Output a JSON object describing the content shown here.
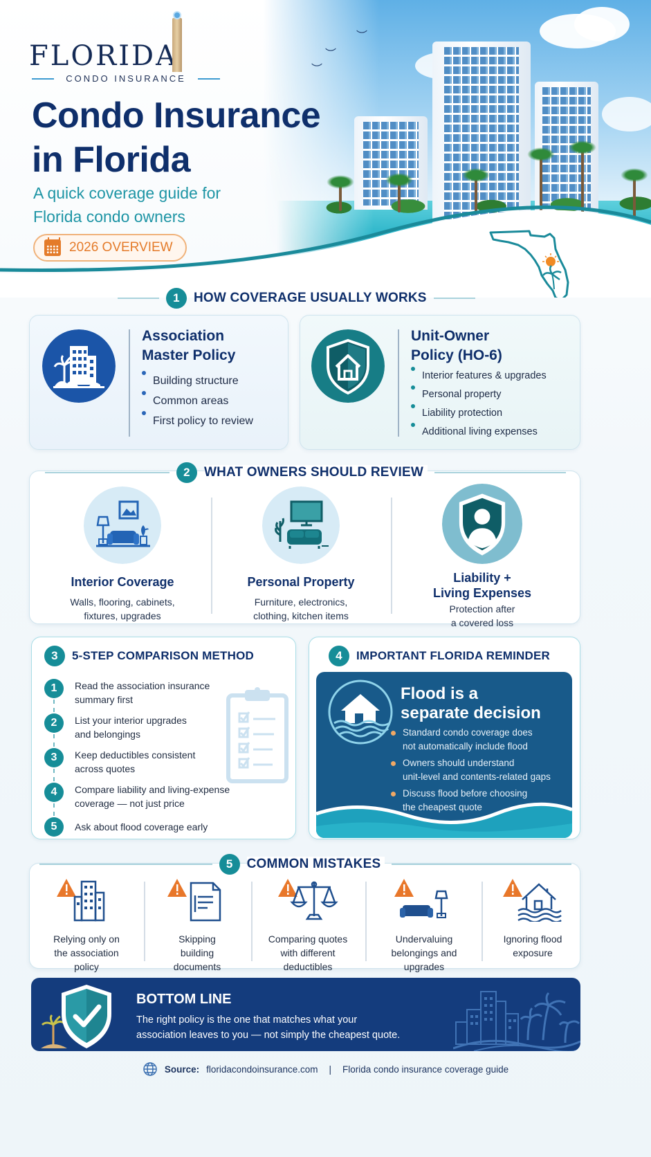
{
  "logo": {
    "wordmark": "FLORIDA",
    "tagline": "CONDO INSURANCE"
  },
  "hero": {
    "title_line1": "Condo Insurance",
    "title_line2": "in Florida",
    "subtitle_line1": "A quick coverage guide for",
    "subtitle_line2": "Florida condo owners",
    "badge": "2026 OVERVIEW",
    "badge_icon": "calendar-icon"
  },
  "colors": {
    "navy": "#0f2f6b",
    "teal": "#168d98",
    "orange": "#e47b2a",
    "flood_blue": "#185a8a",
    "bottom_navy": "#143c7d"
  },
  "section1": {
    "number": "1",
    "title": "HOW COVERAGE USUALLY WORKS",
    "cards": [
      {
        "title_line1": "Association",
        "title_line2": "Master Policy",
        "icon": "condo-building-icon",
        "bullets": [
          "Building structure",
          "Common areas",
          "First policy to review"
        ]
      },
      {
        "title_line1": "Unit-Owner",
        "title_line2": "Policy (HO-6)",
        "icon": "shield-house-icon",
        "bullets": [
          "Interior features & upgrades",
          "Personal property",
          "Liability protection",
          "Additional living expenses"
        ]
      }
    ]
  },
  "section2": {
    "number": "2",
    "title": "WHAT OWNERS SHOULD REVIEW",
    "items": [
      {
        "title": "Interior Coverage",
        "desc_line1": "Walls, flooring, cabinets,",
        "desc_line2": "fixtures, upgrades",
        "icon": "living-room-icon"
      },
      {
        "title": "Personal Property",
        "desc_line1": "Furniture, electronics,",
        "desc_line2": "clothing, kitchen items",
        "icon": "sofa-tv-icon"
      },
      {
        "title_line1": "Liability +",
        "title_line2": "Living Expenses",
        "desc_line1": "Protection after",
        "desc_line2": "a covered loss",
        "icon": "shield-person-icon"
      }
    ]
  },
  "section3": {
    "number": "3",
    "title": "5-STEP COMPARISON METHOD",
    "steps": [
      {
        "n": "1",
        "line1": "Read the association insurance",
        "line2": "summary first"
      },
      {
        "n": "2",
        "line1": "List your interior upgrades",
        "line2": "and belongings"
      },
      {
        "n": "3",
        "line1": "Keep deductibles consistent",
        "line2": "across quotes"
      },
      {
        "n": "4",
        "line1": "Compare liability and living-expense",
        "line2": "coverage — not just price"
      },
      {
        "n": "5",
        "line1": "Ask about flood coverage early",
        "line2": ""
      }
    ]
  },
  "section4": {
    "number": "4",
    "title": "IMPORTANT FLORIDA REMINDER",
    "flood_title_line1": "Flood is a",
    "flood_title_line2": "separate decision",
    "bullets": [
      {
        "line1": "Standard condo coverage does",
        "line2": "not automatically include flood"
      },
      {
        "line1": "Owners should understand",
        "line2": "unit-level and contents-related gaps"
      },
      {
        "line1": "Discuss flood before choosing",
        "line2": "the cheapest quote"
      }
    ]
  },
  "section5": {
    "number": "5",
    "title": "COMMON MISTAKES",
    "mistakes": [
      {
        "lines": [
          "Relying only on",
          "the association",
          "policy"
        ],
        "icon": "warning-building-icon"
      },
      {
        "lines": [
          "Skipping",
          "building",
          "documents"
        ],
        "icon": "warning-document-icon"
      },
      {
        "lines": [
          "Comparing quotes",
          "with different",
          "deductibles"
        ],
        "icon": "warning-scale-icon"
      },
      {
        "lines": [
          "Undervaluing",
          "belongings and",
          "upgrades"
        ],
        "icon": "warning-sofa-icon"
      },
      {
        "lines": [
          "Ignoring flood",
          "exposure",
          ""
        ],
        "icon": "warning-flood-house-icon"
      }
    ]
  },
  "bottom_line": {
    "title": "BOTTOM LINE",
    "text_line1": "The right policy is the one that matches what your",
    "text_line2": "association leaves to you — not simply the cheapest quote."
  },
  "footer": {
    "source_label": "Source:",
    "source_site": "floridacondoinsurance.com",
    "divider": "|",
    "source_desc": "Florida condo insurance coverage guide"
  }
}
